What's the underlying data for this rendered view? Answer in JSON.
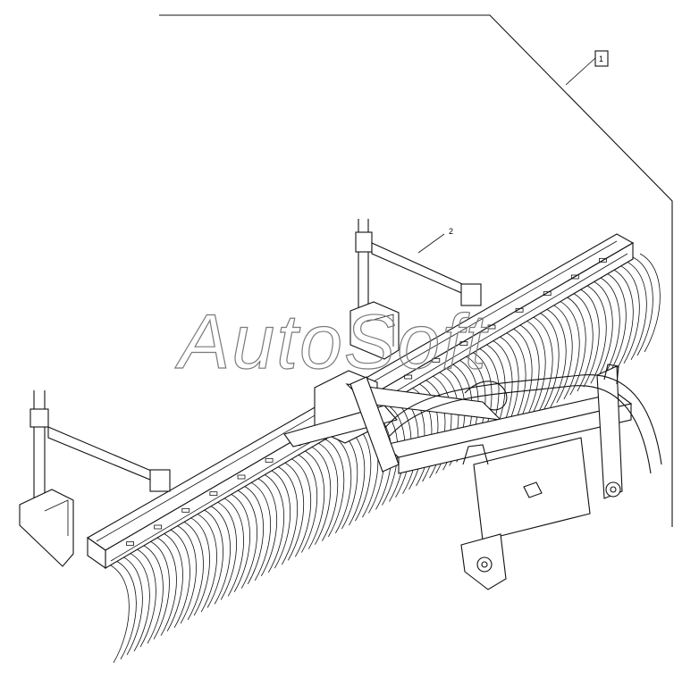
{
  "callouts": [
    {
      "id": "callout-1",
      "label": "1"
    },
    {
      "id": "callout-2",
      "label": "2"
    }
  ],
  "watermark": {
    "text": "AutoSoft"
  },
  "colors": {
    "ink": "#111111",
    "watermark": "#7a7a7a",
    "background": "#ffffff"
  }
}
